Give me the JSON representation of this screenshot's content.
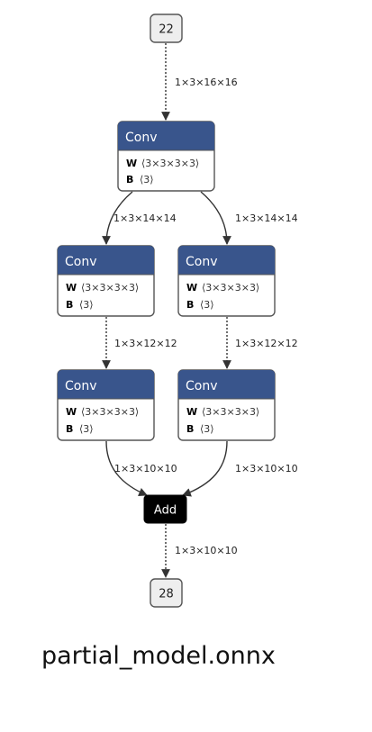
{
  "input_node": {
    "label": "22"
  },
  "output_node": {
    "label": "28"
  },
  "add_node": {
    "label": "Add"
  },
  "conv_nodes": [
    {
      "id": "conv-top",
      "title": "Conv",
      "attrs": [
        {
          "name": "W",
          "value": "⟨3×3×3×3⟩"
        },
        {
          "name": "B",
          "value": "⟨3⟩"
        }
      ]
    },
    {
      "id": "conv-left-1",
      "title": "Conv",
      "attrs": [
        {
          "name": "W",
          "value": "⟨3×3×3×3⟩"
        },
        {
          "name": "B",
          "value": "⟨3⟩"
        }
      ]
    },
    {
      "id": "conv-right-1",
      "title": "Conv",
      "attrs": [
        {
          "name": "W",
          "value": "⟨3×3×3×3⟩"
        },
        {
          "name": "B",
          "value": "⟨3⟩"
        }
      ]
    },
    {
      "id": "conv-left-2",
      "title": "Conv",
      "attrs": [
        {
          "name": "W",
          "value": "⟨3×3×3×3⟩"
        },
        {
          "name": "B",
          "value": "⟨3⟩"
        }
      ]
    },
    {
      "id": "conv-right-2",
      "title": "Conv",
      "attrs": [
        {
          "name": "W",
          "value": "⟨3×3×3×3⟩"
        },
        {
          "name": "B",
          "value": "⟨3⟩"
        }
      ]
    }
  ],
  "edges": [
    {
      "id": "edge-input-to-conv-top",
      "label": "1×3×16×16"
    },
    {
      "id": "edge-conv-top-to-left",
      "label": "1×3×14×14"
    },
    {
      "id": "edge-conv-top-to-right",
      "label": "1×3×14×14"
    },
    {
      "id": "edge-left-1-to-left-2",
      "label": "1×3×12×12"
    },
    {
      "id": "edge-right-1-to-right-2",
      "label": "1×3×12×12"
    },
    {
      "id": "edge-left-2-to-add",
      "label": "1×3×10×10"
    },
    {
      "id": "edge-right-2-to-add",
      "label": "1×3×10×10"
    },
    {
      "id": "edge-add-to-output",
      "label": "1×3×10×10"
    }
  ],
  "model_name": "partial_model.onnx"
}
